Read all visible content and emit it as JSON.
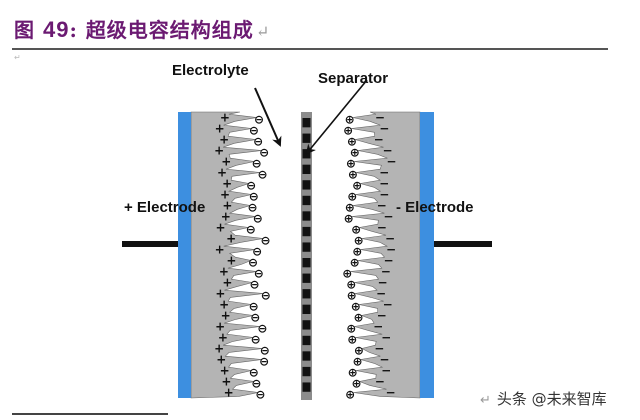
{
  "header": {
    "figure_prefix": "图",
    "figure_number": "49",
    "figure_sep": ":",
    "title": "超级电容结构组成",
    "return_glyph": "↵"
  },
  "diagram": {
    "labels": {
      "electrolyte": "Electrolyte",
      "separator": "Separator",
      "positive_electrode": "+ Electrode",
      "negative_electrode": "- Electrode"
    },
    "colors": {
      "current_collector": "#3d8fe0",
      "electrode_material": "#b4b4b4",
      "separator_body": "#8c8c8c",
      "separator_pores": "#111111",
      "wire": "#111111"
    },
    "positive_side": {
      "electrode_charge": "+",
      "ion_charge": "⊖",
      "ion_count": 26
    },
    "negative_side": {
      "electrode_charge": "−",
      "ion_charge": "⊕",
      "ion_count": 26
    },
    "separator_pore_count": 18
  },
  "footer": {
    "return_glyph": "↵",
    "watermark": "头条 @未来智库"
  }
}
